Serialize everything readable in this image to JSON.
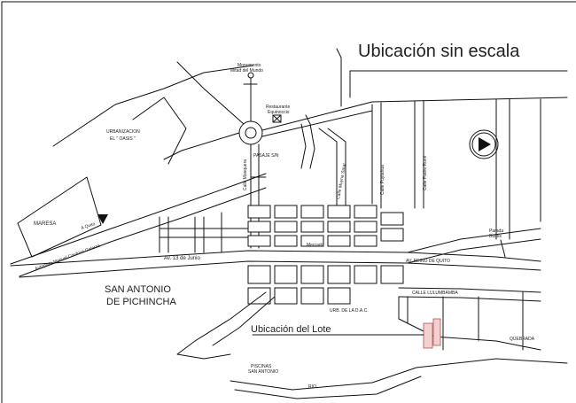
{
  "title": "Ubicación sin escala",
  "labels": {
    "monumento_line1": "Monumento",
    "monumento_line2": "Mitad del Mundo",
    "restaurante_line1": "Restaurante",
    "restaurante_line2": "Equinoccio",
    "urbanizacion_line1": "URBANIZACION",
    "urbanizacion_line2": "EL \" OASIS \"",
    "maresa": "MARESA",
    "a_quito": "A Quito",
    "autopista": "Autopista Manuel Córdova Galarza",
    "pasaje": "PASAJE S/N",
    "calle_mosquera": "Calle Mosquera",
    "calle_muyna_sarar": "Calle Muyna Sarar",
    "calle_puytahua": "Calle Puytahua",
    "calle_padre_rumi": "Calle Padre Rumi",
    "mercado": "Mercado",
    "av_13_junio": "Av. 13 de Junio",
    "av_reino_quito": "AV. REINO DE QUITO",
    "calle_lulumbamba": "CALLE LULUMBAMBA",
    "parada_line1": "Parada",
    "parada_line2": "Buses",
    "san_antonio_line1": "SAN ANTONIO",
    "san_antonio_line2": "DE PICHINCHA",
    "urb_dac": "URB. DE LA D.A.C.",
    "ubicacion_lote": "Ubicación del Lote",
    "quebrada": "QUEBRADA",
    "piscinas_line1": "PISCINAS",
    "piscinas_line2": "SAN ANTONIO",
    "rio": "RIO"
  },
  "colors": {
    "line": "#111111",
    "lot_fill": "#f2d0d0",
    "lot_stroke": "#b05050"
  },
  "icons": {
    "north_arrow": "north-arrow-icon",
    "restaurant_marker": "crossed-box-icon",
    "maresa_marker": "triangle-icon"
  }
}
